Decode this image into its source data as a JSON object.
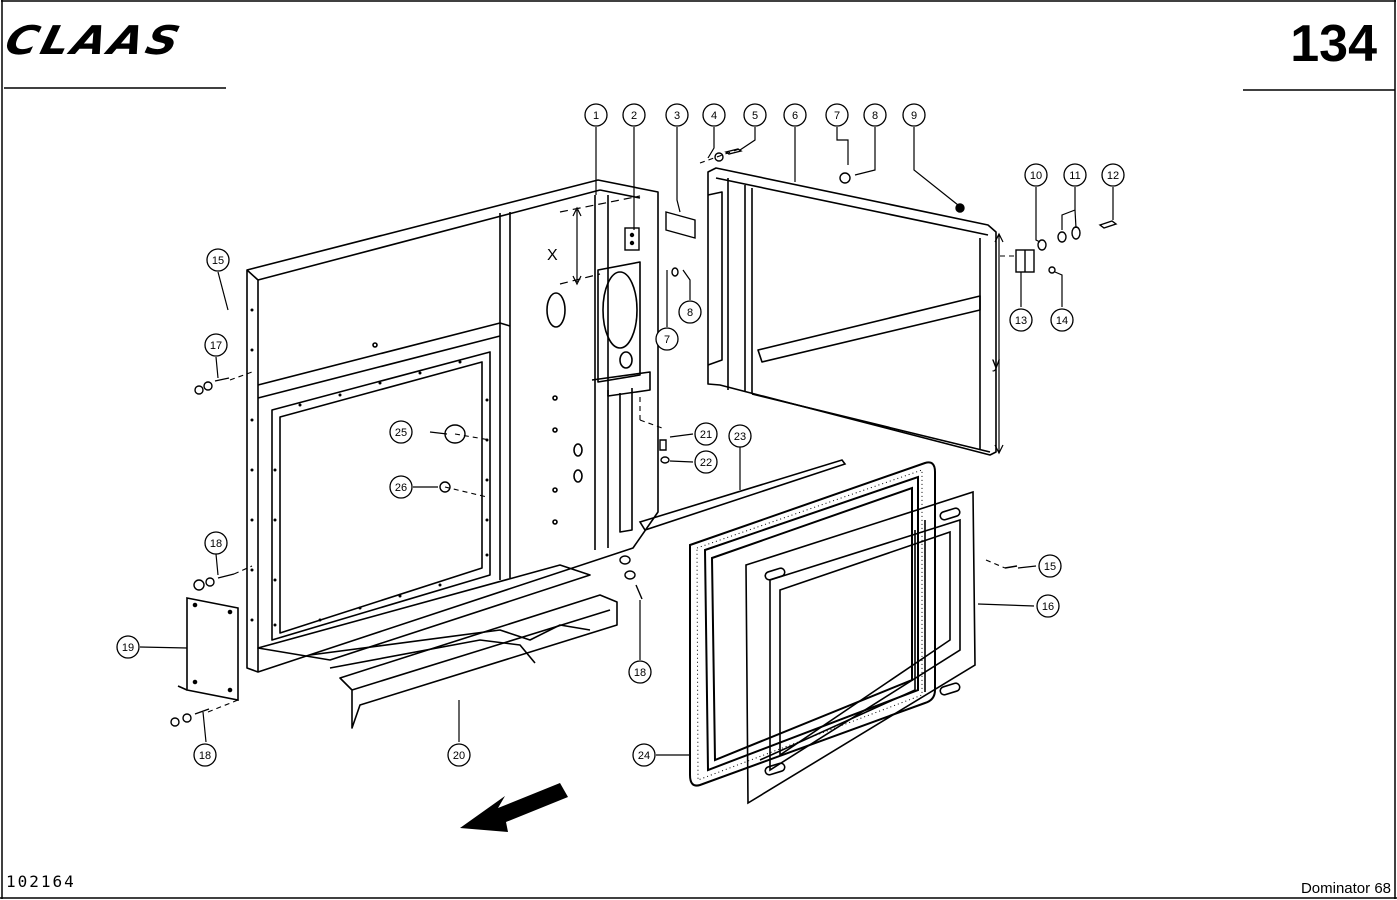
{
  "header": {
    "brand": "CLAAS",
    "page_number": "134"
  },
  "footer": {
    "doc_number": "102164",
    "model": "Dominator 68"
  },
  "dimensions": {
    "x": "X",
    "y": "y"
  },
  "callouts": [
    "1",
    "2",
    "3",
    "4",
    "5",
    "6",
    "7",
    "8",
    "9",
    "10",
    "11",
    "12",
    "13",
    "14",
    "15",
    "17",
    "25",
    "26",
    "18",
    "19",
    "20",
    "24",
    "16",
    "15",
    "21",
    "22",
    "23",
    "18",
    "18",
    "8",
    "7"
  ],
  "colors": {
    "line": "#000000",
    "background": "#ffffff"
  }
}
